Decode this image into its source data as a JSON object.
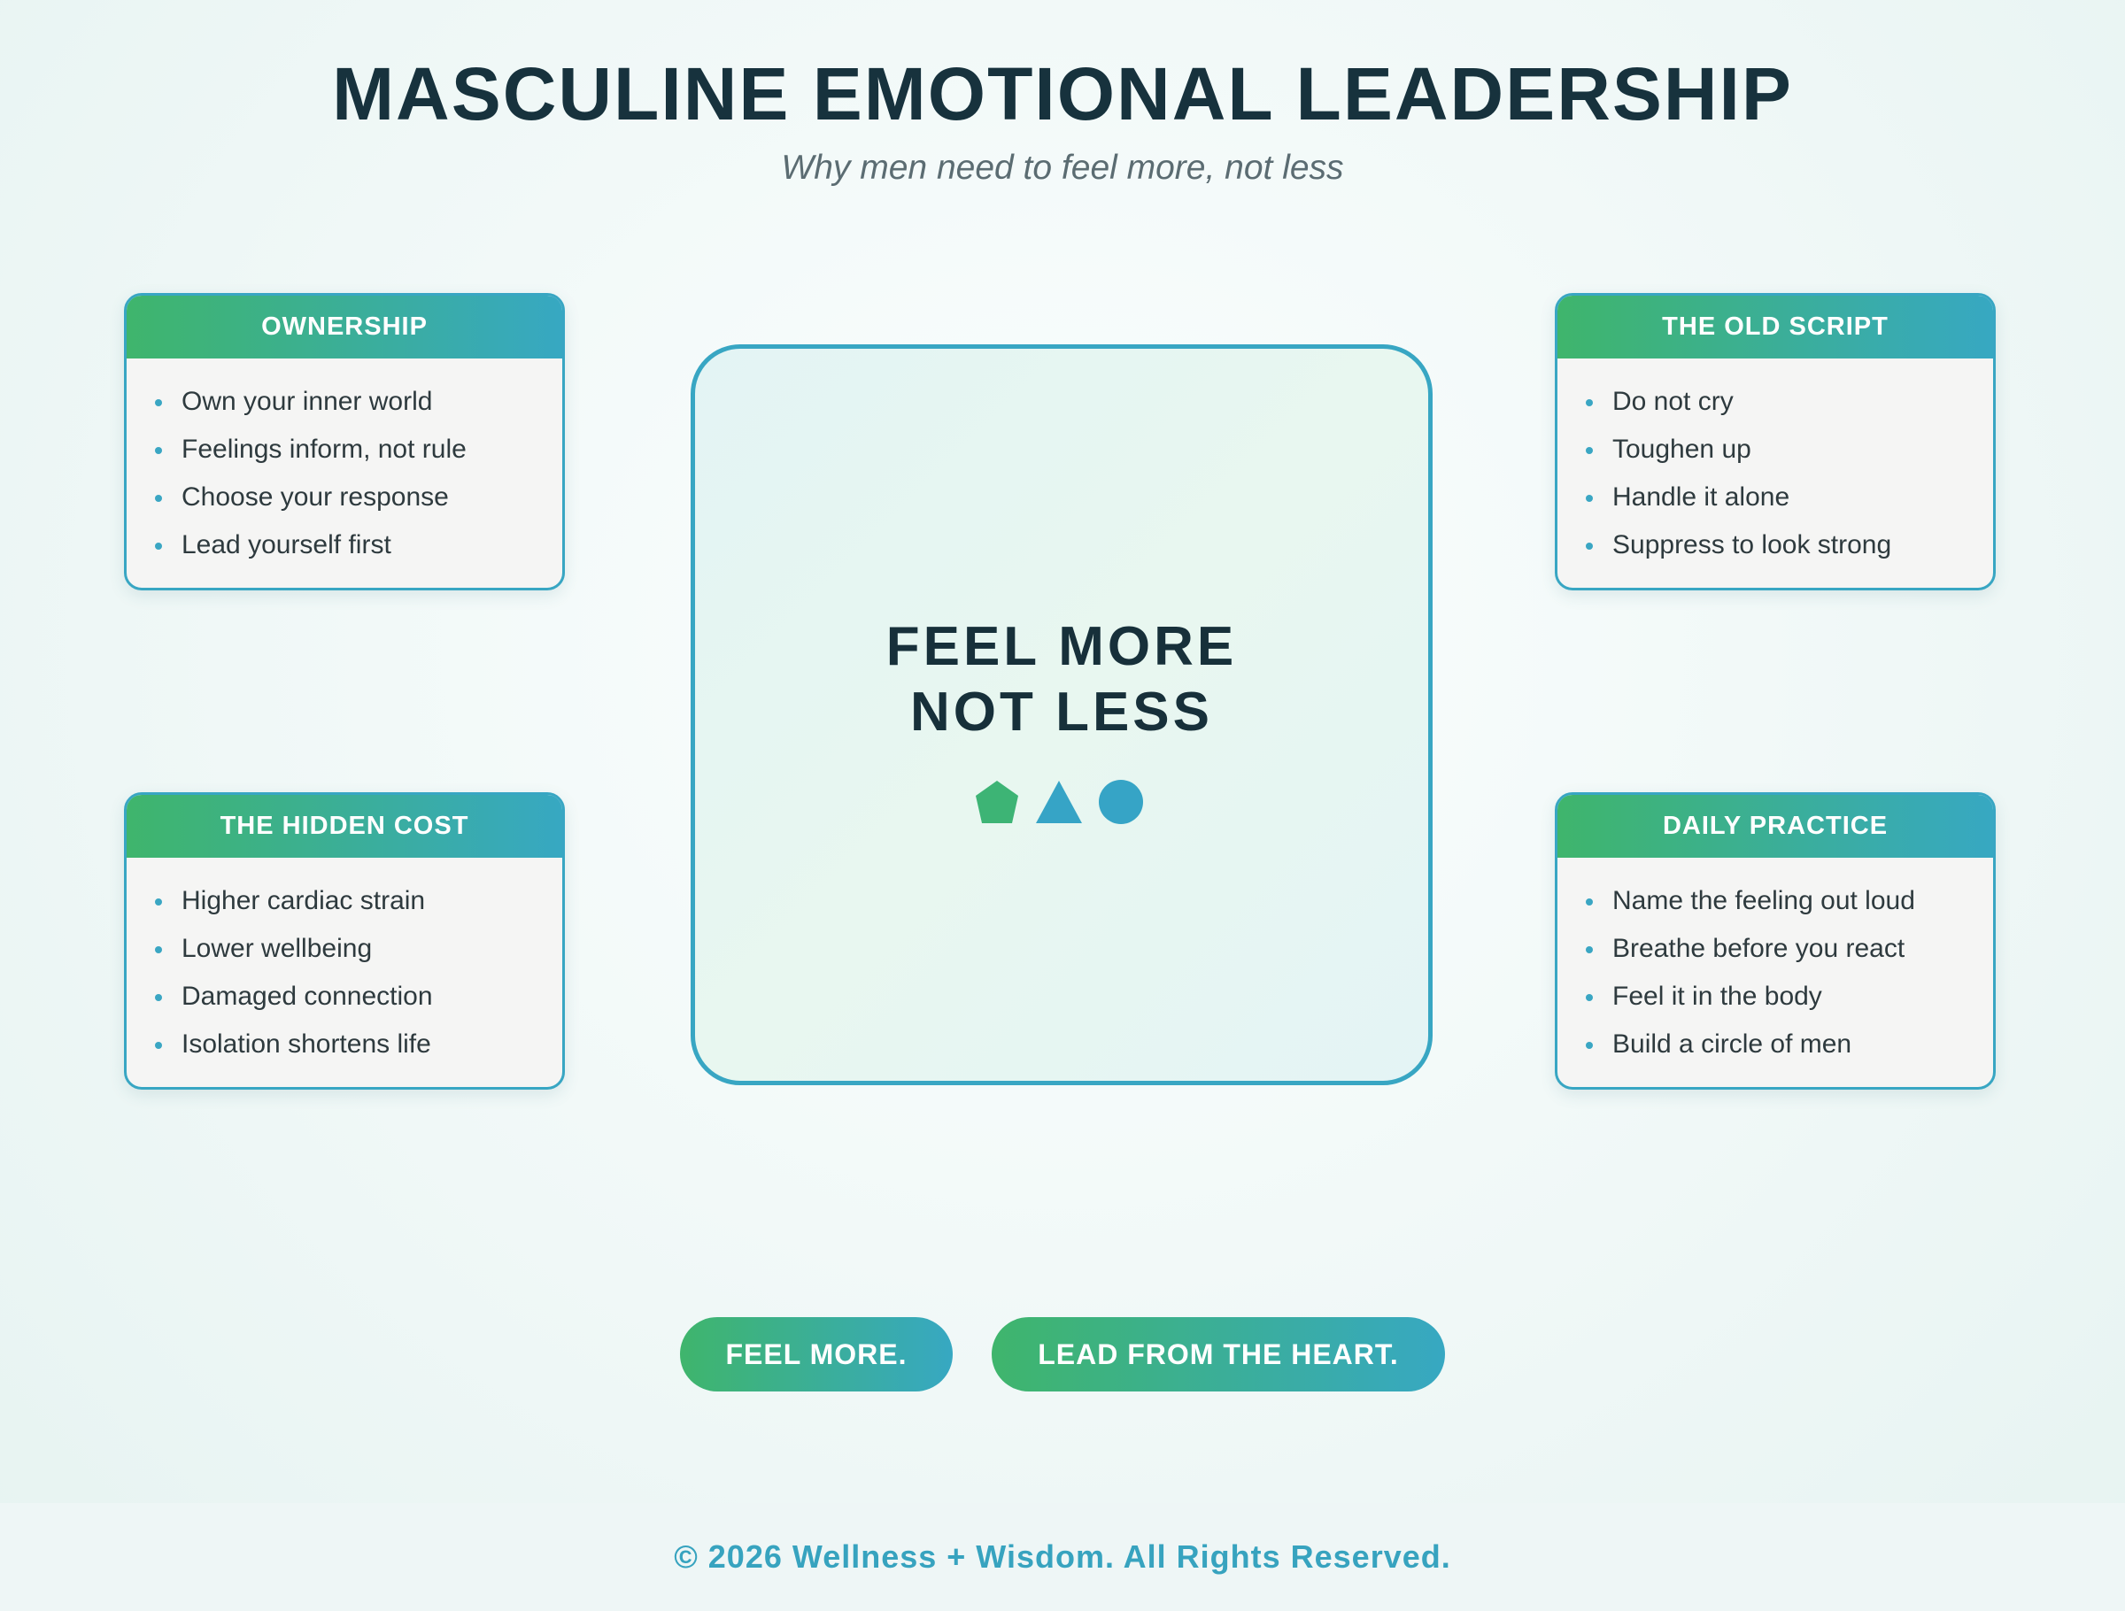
{
  "header": {
    "title": "MASCULINE EMOTIONAL LEADERSHIP",
    "subtitle": "Why men need to feel more, not less"
  },
  "cards": {
    "ownership": {
      "title": "OWNERSHIP",
      "items": [
        "Own your inner world",
        "Feelings inform, not rule",
        "Choose your response",
        "Lead yourself first"
      ]
    },
    "old_script": {
      "title": "THE OLD SCRIPT",
      "items": [
        "Do not cry",
        "Toughen up",
        "Handle it alone",
        "Suppress to look strong"
      ]
    },
    "hidden_cost": {
      "title": "THE HIDDEN COST",
      "items": [
        "Higher cardiac strain",
        "Lower wellbeing",
        "Damaged connection",
        "Isolation shortens life"
      ]
    },
    "daily_practice": {
      "title": "DAILY PRACTICE",
      "items": [
        "Name the feeling out loud",
        "Breathe before you react",
        "Feel it in the body",
        "Build a circle of men"
      ]
    }
  },
  "center": {
    "line1": "FEEL MORE",
    "line2": "NOT LESS",
    "shapes": [
      {
        "icon": "pentagon-icon",
        "color": "#3db475"
      },
      {
        "icon": "triangle-icon",
        "color": "#36a4c6"
      },
      {
        "icon": "circle-icon",
        "color": "#36a4c6"
      }
    ]
  },
  "buttons": {
    "feel_more": "FEEL MORE.",
    "lead_heart": "LEAD FROM THE HEART."
  },
  "footer": {
    "text": "© 2026 Wellness + Wisdom. All Rights Reserved."
  },
  "colors": {
    "accent_green": "#3fb56c",
    "accent_teal": "#37a8c2",
    "title_dark": "#17323d"
  }
}
